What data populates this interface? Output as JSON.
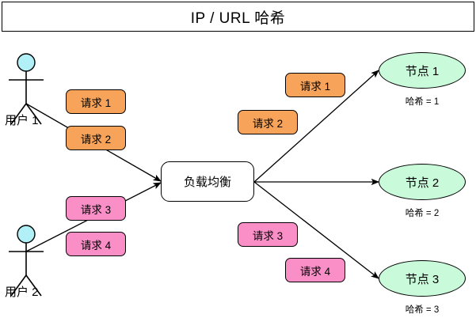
{
  "title": "IP / URL 哈希",
  "colors": {
    "request_orange": "#f8a35a",
    "request_pink": "#fa8fc8",
    "node_green": "#c9fada",
    "actor_head": "#b2f0f8",
    "stroke": "#000000",
    "background": "#ffffff"
  },
  "actors": [
    {
      "name": "user-1",
      "label": "用户 1"
    },
    {
      "name": "user-2",
      "label": "用户 2"
    }
  ],
  "load_balancer": {
    "label": "负载均衡"
  },
  "incoming_requests": [
    {
      "label": "请求 1",
      "color": "orange"
    },
    {
      "label": "请求 2",
      "color": "orange"
    },
    {
      "label": "请求 3",
      "color": "pink"
    },
    {
      "label": "请求 4",
      "color": "pink"
    }
  ],
  "outgoing_requests": [
    {
      "label": "请求 1",
      "color": "orange"
    },
    {
      "label": "请求 2",
      "color": "orange"
    },
    {
      "label": "请求 3",
      "color": "pink"
    },
    {
      "label": "请求 4",
      "color": "pink"
    }
  ],
  "nodes": [
    {
      "label": "节点 1",
      "hash": "哈希 = 1"
    },
    {
      "label": "节点 2",
      "hash": "哈希 = 2"
    },
    {
      "label": "节点 3",
      "hash": "哈希 = 3"
    }
  ]
}
